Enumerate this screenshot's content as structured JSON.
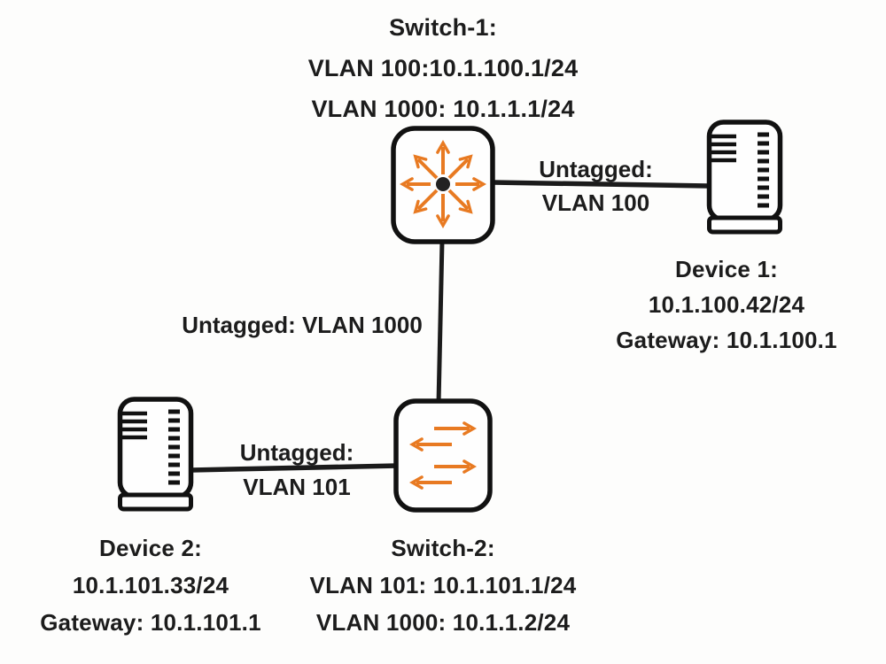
{
  "colors": {
    "arrow_orange": "#e87a22",
    "line_black": "#1b1b1b",
    "text_black": "#1c1c1c",
    "background": "#fdfdfc"
  },
  "icons": {
    "switch1": "multilayer-switch-icon",
    "switch2": "layer2-switch-icon",
    "device1": "server-tower-icon",
    "device2": "server-tower-icon"
  },
  "nodes": {
    "switch1": {
      "title": "Switch-1:",
      "lines": [
        "VLAN 100:10.1.100.1/24",
        "VLAN 1000: 10.1.1.1/24"
      ]
    },
    "switch2": {
      "title": "Switch-2:",
      "lines": [
        "VLAN 101: 10.1.101.1/24",
        "VLAN 1000: 10.1.1.2/24"
      ]
    },
    "device1": {
      "title": "Device 1:",
      "lines": [
        "10.1.100.42/24",
        "Gateway: 10.1.100.1"
      ]
    },
    "device2": {
      "title": "Device 2:",
      "lines": [
        "10.1.101.33/24",
        "Gateway: 10.1.101.1"
      ]
    }
  },
  "links": {
    "switch1_device1": {
      "lines": [
        "Untagged:",
        "VLAN 100"
      ]
    },
    "switch1_switch2": {
      "lines": [
        "Untagged: VLAN 1000"
      ]
    },
    "switch2_device2": {
      "lines": [
        "Untagged:",
        "VLAN 101"
      ]
    }
  }
}
